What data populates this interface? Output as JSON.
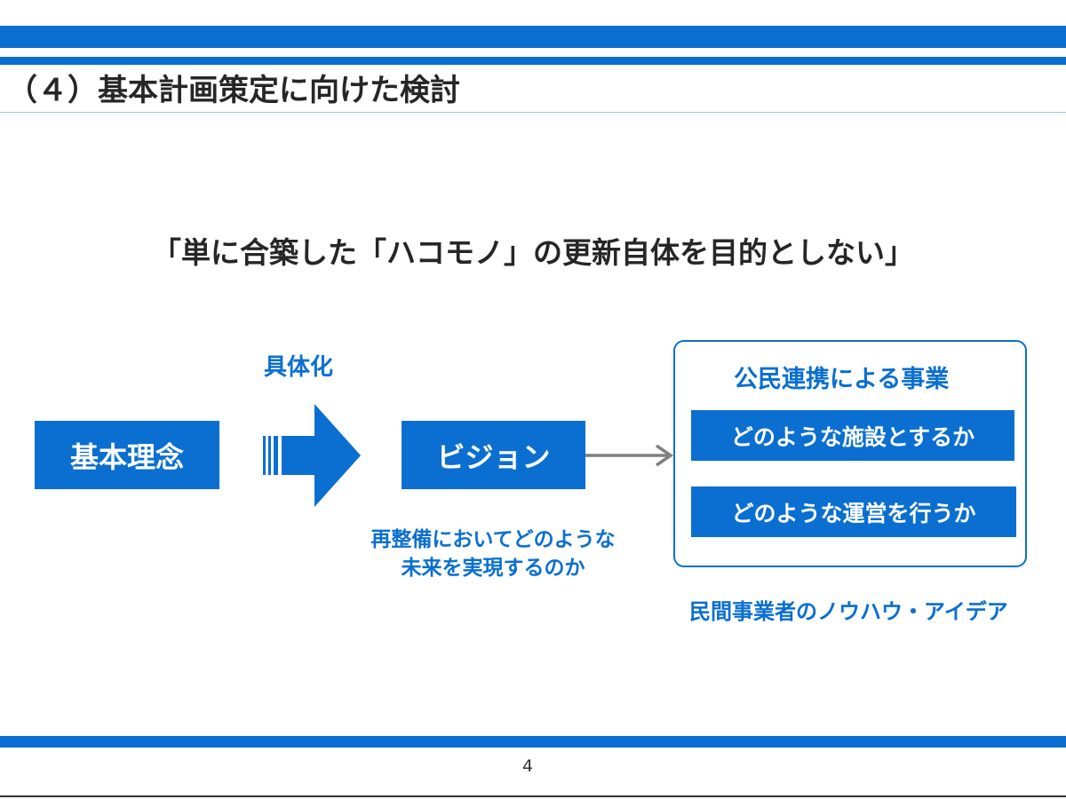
{
  "header": {
    "title": "（４）基本計画策定に向けた検討"
  },
  "headline": "「単に合築した「ハコモノ」の更新自体を目的としない」",
  "flow": {
    "box_left": "基本理念",
    "arrow_label": "具体化",
    "box_center": "ビジョン",
    "center_description_line1": "再整備においてどのような",
    "center_description_line2": "未来を実現するのか"
  },
  "panel": {
    "title": "公民連携による事業",
    "items": [
      "どのような施設とするか",
      "どのような運営を行うか"
    ],
    "footnote": "民間事業者のノウハウ・アイデア"
  },
  "footer": {
    "page_number": "4"
  },
  "colors": {
    "accent_blue": "#0a6fd0",
    "text_dark": "#262626",
    "connector_gray": "#808080"
  }
}
